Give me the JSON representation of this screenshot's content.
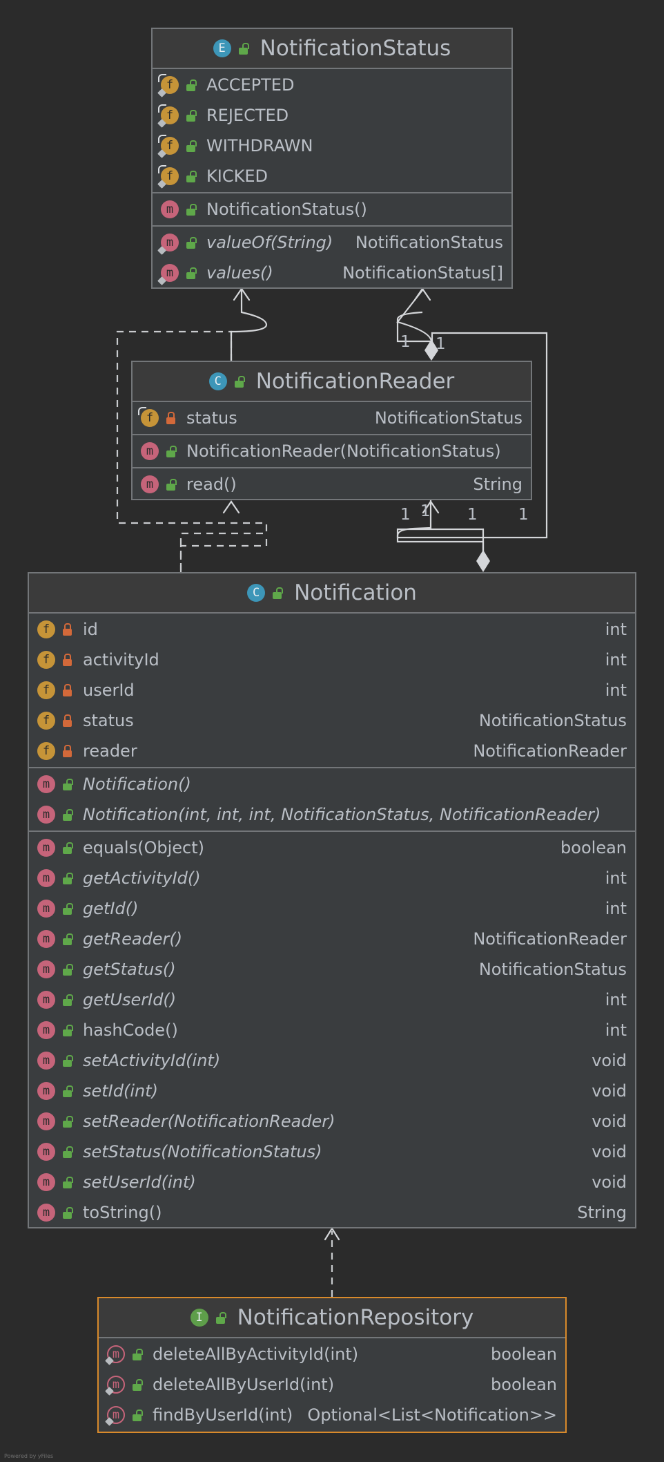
{
  "diagram": {
    "footer": "Powered by yFiles",
    "multiplicities": [
      "1",
      "1",
      "1",
      "1",
      "1",
      "1"
    ]
  },
  "classes": {
    "status": {
      "kind": "E",
      "name": "NotificationStatus",
      "fields": [
        {
          "name": "ACCEPTED"
        },
        {
          "name": "REJECTED"
        },
        {
          "name": "WITHDRAWN"
        },
        {
          "name": "KICKED"
        }
      ],
      "constructors": [
        {
          "name": "NotificationStatus()"
        }
      ],
      "methods": [
        {
          "name": "valueOf(String)",
          "type": "NotificationStatus"
        },
        {
          "name": "values()",
          "type": "NotificationStatus[]"
        }
      ]
    },
    "reader": {
      "kind": "C",
      "name": "NotificationReader",
      "fields": [
        {
          "name": "status",
          "type": "NotificationStatus"
        }
      ],
      "constructors": [
        {
          "name": "NotificationReader(NotificationStatus)"
        }
      ],
      "methods": [
        {
          "name": "read()",
          "type": "String"
        }
      ]
    },
    "notification": {
      "kind": "C",
      "name": "Notification",
      "fields": [
        {
          "name": "id",
          "type": "int"
        },
        {
          "name": "activityId",
          "type": "int"
        },
        {
          "name": "userId",
          "type": "int"
        },
        {
          "name": "status",
          "type": "NotificationStatus"
        },
        {
          "name": "reader",
          "type": "NotificationReader"
        }
      ],
      "constructors": [
        {
          "name": "Notification()"
        },
        {
          "name": "Notification(int, int, int, NotificationStatus, NotificationReader)"
        }
      ],
      "methods": [
        {
          "name": "equals(Object)",
          "type": "boolean"
        },
        {
          "name": "getActivityId()",
          "type": "int"
        },
        {
          "name": "getId()",
          "type": "int"
        },
        {
          "name": "getReader()",
          "type": "NotificationReader"
        },
        {
          "name": "getStatus()",
          "type": "NotificationStatus"
        },
        {
          "name": "getUserId()",
          "type": "int"
        },
        {
          "name": "hashCode()",
          "type": "int"
        },
        {
          "name": "setActivityId(int)",
          "type": "void"
        },
        {
          "name": "setId(int)",
          "type": "void"
        },
        {
          "name": "setReader(NotificationReader)",
          "type": "void"
        },
        {
          "name": "setStatus(NotificationStatus)",
          "type": "void"
        },
        {
          "name": "setUserId(int)",
          "type": "void"
        },
        {
          "name": "toString()",
          "type": "String"
        }
      ]
    },
    "repository": {
      "kind": "I",
      "name": "NotificationRepository",
      "methods": [
        {
          "name": "deleteAllByActivityId(int)",
          "type": "boolean"
        },
        {
          "name": "deleteAllByUserId(int)",
          "type": "boolean"
        },
        {
          "name": "findByUserId(int)",
          "type": "Optional<List<Notification>>"
        }
      ]
    }
  }
}
